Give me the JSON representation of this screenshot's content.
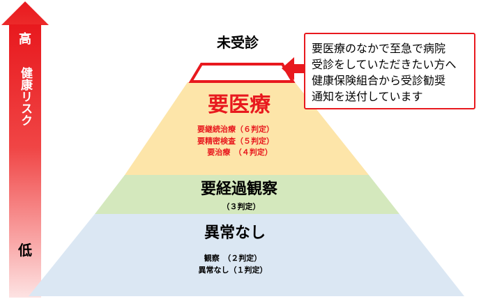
{
  "risk_axis": {
    "high_label": "高",
    "title": "健康リスク",
    "low_label": "低"
  },
  "pyramid": {
    "top_label": "未受診",
    "tier_1": {
      "title": "要医療",
      "items": [
        "要継続治療（６判定）",
        "要精密検査（５判定）",
        "要治療　（４判定）"
      ]
    },
    "tier_2": {
      "title": "要経過観察",
      "note": "（３判定）"
    },
    "tier_3": {
      "title": "異常なし",
      "items": [
        "観察　（２判定）",
        "異常なし（１判定）"
      ]
    }
  },
  "callout": {
    "lines": [
      "要医療のなかで至急で病院",
      "受診をしていただきたい方へ",
      "健康保険組合から受診勧奨",
      "通知を送付しています"
    ]
  },
  "colors": {
    "accent_red": "#e8191e",
    "tier_1_fill": "#fde5a9",
    "tier_2_fill": "#d4e8bd",
    "tier_3_fill": "#dbe7f3",
    "apex_fill": "#ffffff"
  }
}
